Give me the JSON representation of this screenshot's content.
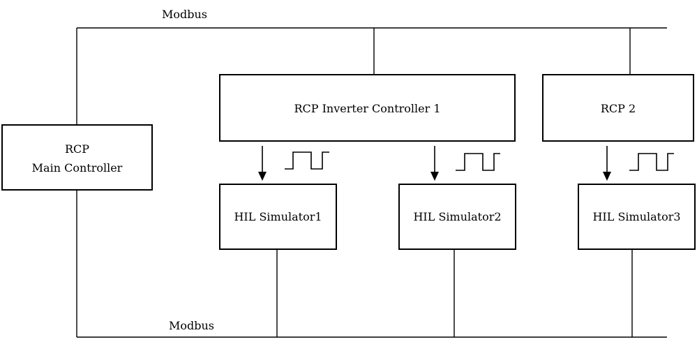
{
  "buses": {
    "top_label": "Modbus",
    "bottom_label": "Modbus"
  },
  "blocks": {
    "main_controller": {
      "line1": "RCP",
      "line2": "Main Controller"
    },
    "inverter_controller": {
      "label": "RCP Inverter Controller 1"
    },
    "rcp2": {
      "label": "RCP 2"
    },
    "hil1": {
      "label": "HIL Simulator1"
    },
    "hil2": {
      "label": "HIL Simulator2"
    },
    "hil3": {
      "label": "HIL Simulator3"
    }
  }
}
